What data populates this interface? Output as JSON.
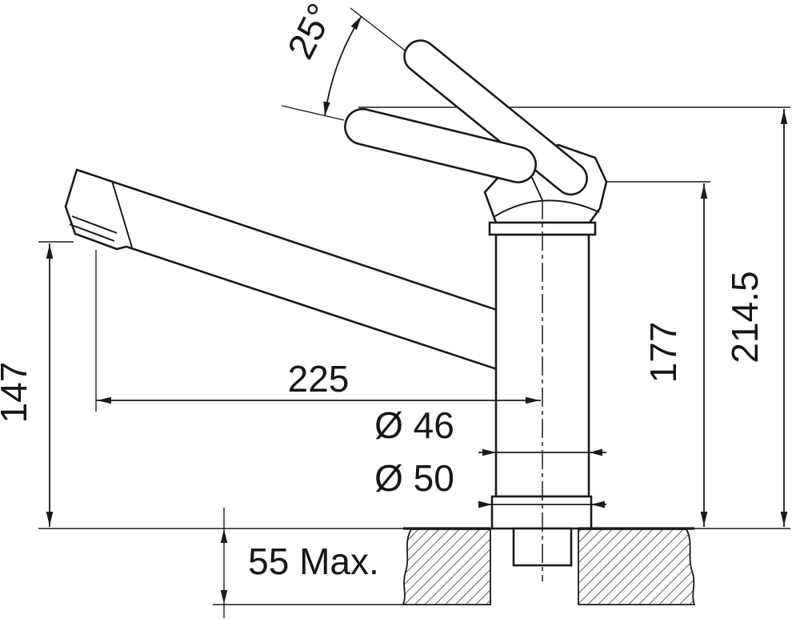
{
  "drawing": {
    "labels": {
      "handle_angle": "25°",
      "spout_reach": "225",
      "spout_height": "147",
      "body_height": "177",
      "total_height": "214.5",
      "body_diameter": "Ø 46",
      "base_diameter": "Ø 50",
      "max_counter_thickness": "55 Max."
    },
    "colors": {
      "line_color": "#1a1a1a",
      "background": "#ffffff"
    }
  }
}
